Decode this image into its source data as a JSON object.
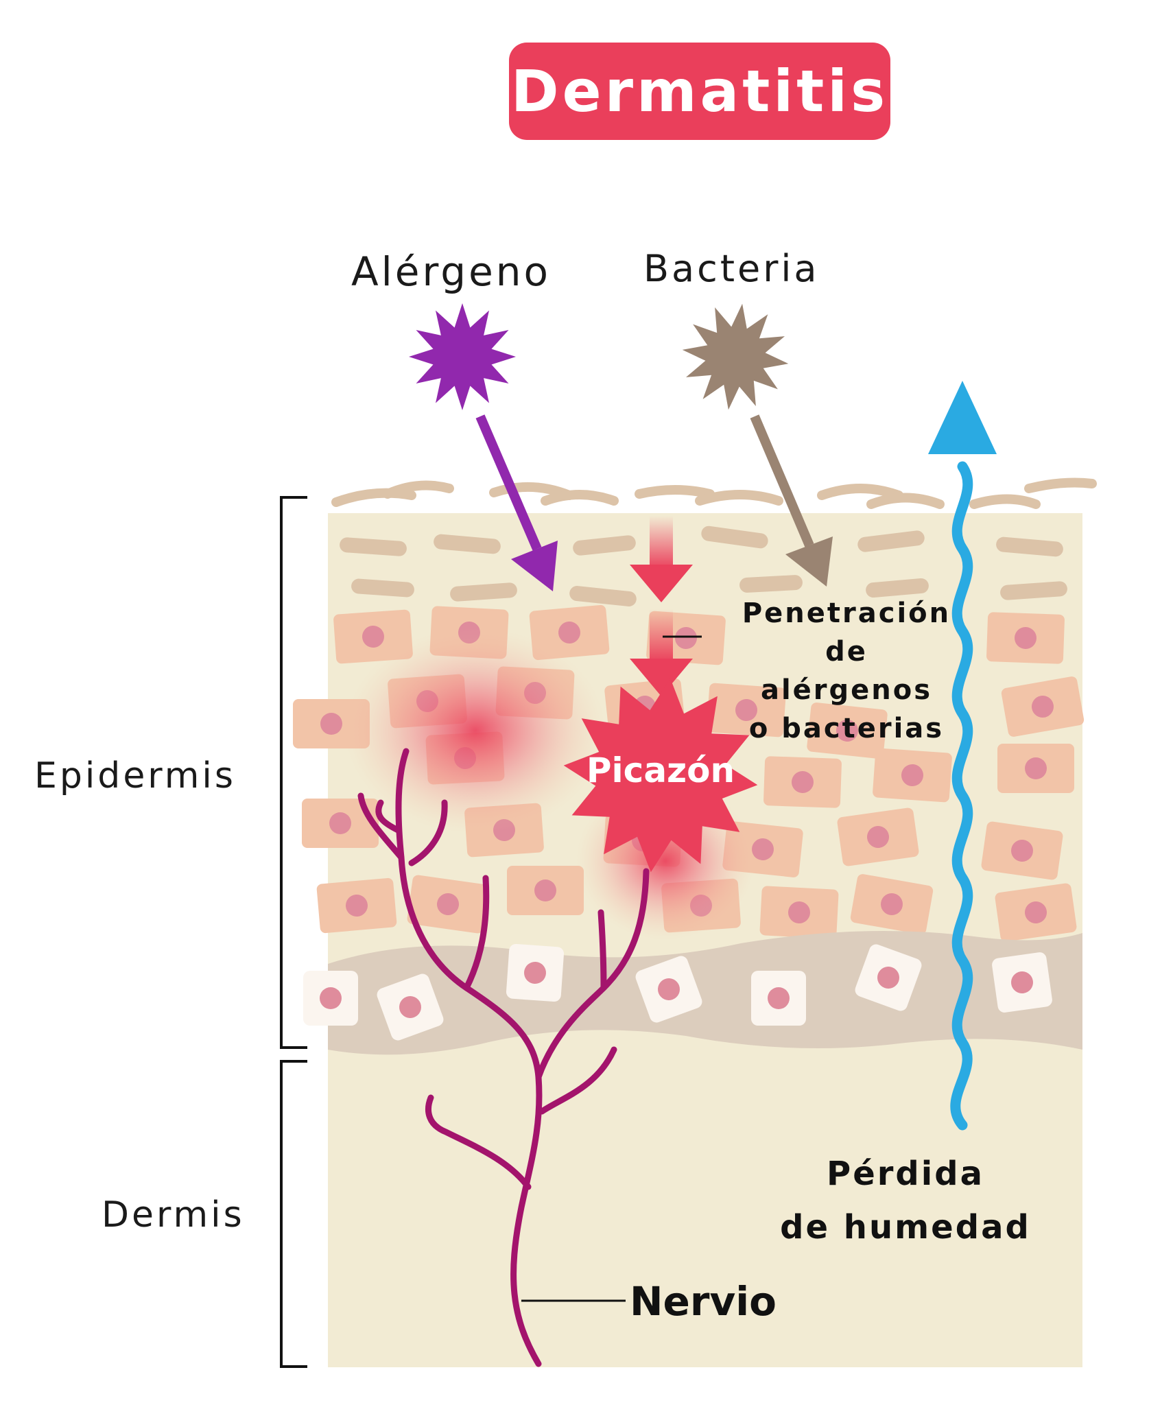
{
  "title": "Dermatitis",
  "labels": {
    "allergen": "Alérgeno",
    "bacteria": "Bacteria",
    "penetration": [
      "Penetración",
      "de",
      "alérgenos",
      "o bacterias"
    ],
    "itch": "Picazón",
    "epidermis": "Epidermis",
    "dermis": "Dermis",
    "moisture_loss": [
      "Pérdida",
      "de humedad"
    ],
    "nerve": "Nervio"
  },
  "colors": {
    "title_badge": "#ea3f5b",
    "allergen": "#9128ad",
    "bacteria": "#9a8472",
    "penetration_arrow": "#ea3f5b",
    "itch_burst": "#ea3f5b",
    "nerve": "#a3146c",
    "moisture_arrow": "#2aaae2",
    "skin_background": "#f2ebd3",
    "basal_band": "#dccdbd",
    "cell": "#f2c4a8",
    "nucleus": "#df8c9c"
  },
  "icons": {
    "allergen": "allergen-starburst-icon",
    "bacteria": "bacteria-starburst-icon",
    "itch": "itch-burst-icon"
  }
}
